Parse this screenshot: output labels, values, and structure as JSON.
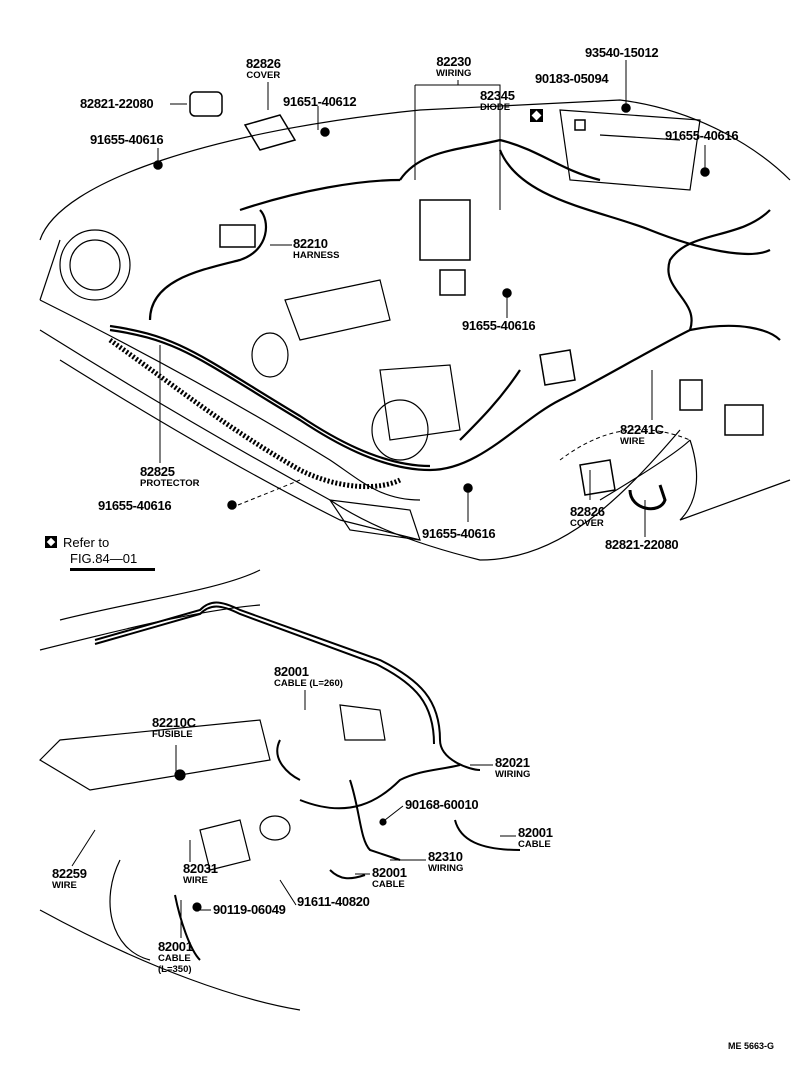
{
  "parts": {
    "cover_top": {
      "num": "82826",
      "name": "COVER"
    },
    "grommet_top": {
      "num": "82821-22080"
    },
    "bolt_91651": {
      "num": "91651-40612"
    },
    "bolt_left_top": {
      "num": "91655-40616"
    },
    "wiring_82230": {
      "num": "82230",
      "name": "WIRING"
    },
    "screw_90183": {
      "num": "90183-05094"
    },
    "diode": {
      "num": "82345",
      "name": "DIODE"
    },
    "nut_93540": {
      "num": "93540-15012"
    },
    "bolt_right_top": {
      "num": "91655-40616"
    },
    "harness": {
      "num": "82210",
      "name": "HARNESS"
    },
    "bolt_mid": {
      "num": "91655-40616"
    },
    "wire_82241c": {
      "num": "82241C",
      "name": "WIRE"
    },
    "protector": {
      "num": "82825",
      "name": "PROTECTOR"
    },
    "bolt_left_bottom": {
      "num": "91655-40616"
    },
    "bolt_center_bottom": {
      "num": "91655-40616"
    },
    "cover_bottom": {
      "num": "82826",
      "name": "COVER"
    },
    "grommet_bottom": {
      "num": "82821-22080"
    },
    "cable_260": {
      "num": "82001",
      "name": "CABLE (L=260)"
    },
    "fusible": {
      "num": "82210C",
      "name": "FUSIBLE"
    },
    "wiring_82021": {
      "num": "82021",
      "name": "WIRING"
    },
    "bolt_90168": {
      "num": "90168-60010"
    },
    "cable_right": {
      "num": "82001",
      "name": "CABLE"
    },
    "wiring_82310": {
      "num": "82310",
      "name": "WIRING"
    },
    "wire_82259": {
      "num": "82259",
      "name": "WIRE"
    },
    "wire_82031": {
      "num": "82031",
      "name": "WIRE"
    },
    "cable_mid": {
      "num": "82001",
      "name": "CABLE"
    },
    "bolt_91611": {
      "num": "91611-40820"
    },
    "bolt_90119": {
      "num": "90119-06049"
    },
    "cable_350": {
      "num": "82001",
      "name": "CABLE",
      "length": "(L=350)"
    }
  },
  "note": {
    "text": "Refer to",
    "figure": "FIG.84—01"
  },
  "drawing_code": "ME 5663-G"
}
